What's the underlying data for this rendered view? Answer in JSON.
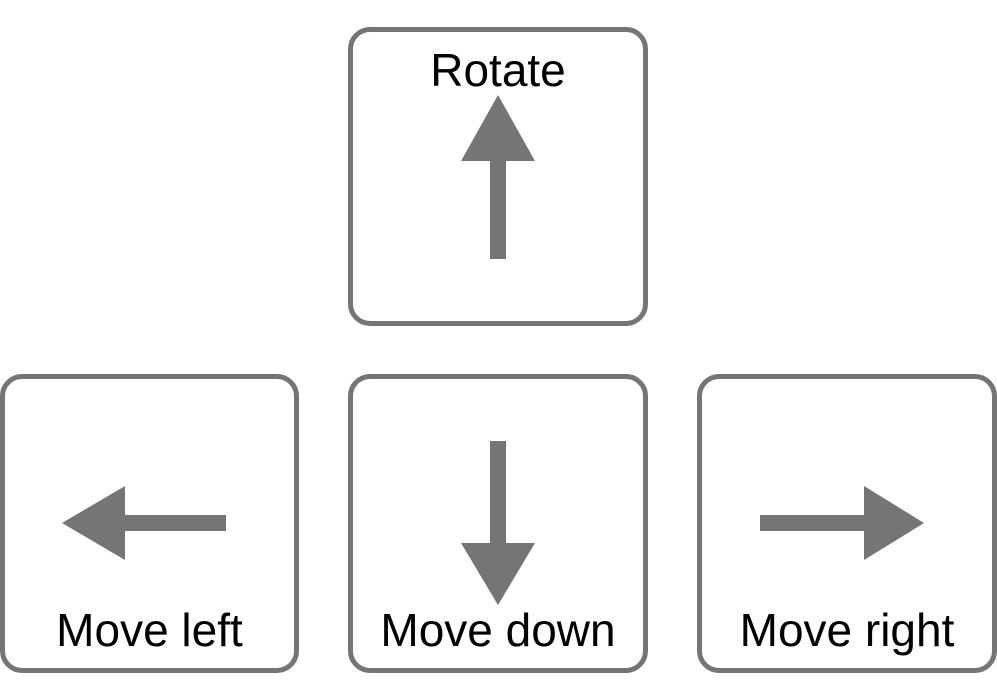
{
  "colors": {
    "key_border": "#757575",
    "arrow": "#757575",
    "label_text": "#000000",
    "background": "#ffffff"
  },
  "keys": {
    "rotate": {
      "label": "Rotate",
      "icon": "arrow-up-icon"
    },
    "left": {
      "label": "Move left",
      "icon": "arrow-left-icon"
    },
    "down": {
      "label": "Move down",
      "icon": "arrow-down-icon"
    },
    "right": {
      "label": "Move right",
      "icon": "arrow-right-icon"
    }
  }
}
